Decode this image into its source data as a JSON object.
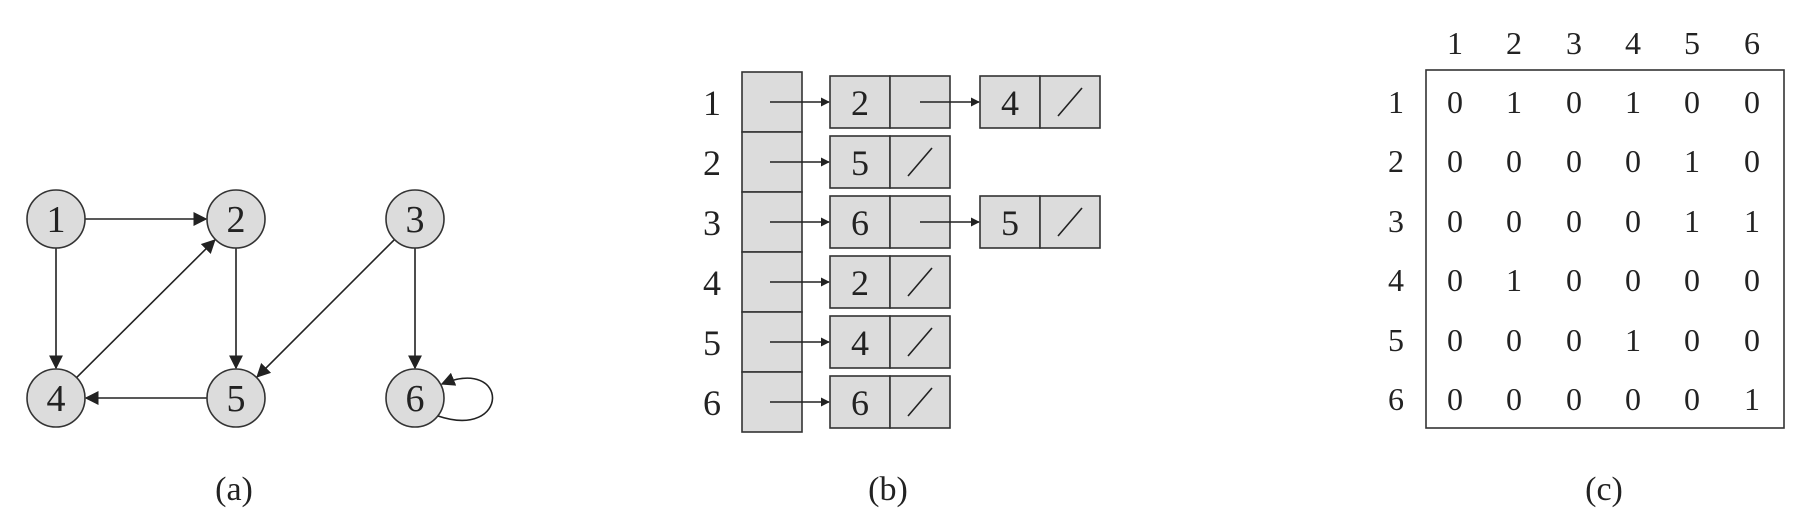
{
  "panels": {
    "a": {
      "caption": "(a)",
      "nodes": [
        {
          "id": "1",
          "label": "1"
        },
        {
          "id": "2",
          "label": "2"
        },
        {
          "id": "3",
          "label": "3"
        },
        {
          "id": "4",
          "label": "4"
        },
        {
          "id": "5",
          "label": "5"
        },
        {
          "id": "6",
          "label": "6"
        }
      ],
      "edges": [
        {
          "from": "1",
          "to": "2"
        },
        {
          "from": "1",
          "to": "4"
        },
        {
          "from": "2",
          "to": "5"
        },
        {
          "from": "3",
          "to": "5"
        },
        {
          "from": "3",
          "to": "6"
        },
        {
          "from": "4",
          "to": "2"
        },
        {
          "from": "5",
          "to": "4"
        },
        {
          "from": "6",
          "to": "6"
        }
      ]
    },
    "b": {
      "caption": "(b)",
      "rows": [
        {
          "label": "1",
          "list": [
            "2",
            "4"
          ]
        },
        {
          "label": "2",
          "list": [
            "5"
          ]
        },
        {
          "label": "3",
          "list": [
            "6",
            "5"
          ]
        },
        {
          "label": "4",
          "list": [
            "2"
          ]
        },
        {
          "label": "5",
          "list": [
            "4"
          ]
        },
        {
          "label": "6",
          "list": [
            "6"
          ]
        }
      ]
    },
    "c": {
      "caption": "(c)",
      "col_labels": [
        "1",
        "2",
        "3",
        "4",
        "5",
        "6"
      ],
      "row_labels": [
        "1",
        "2",
        "3",
        "4",
        "5",
        "6"
      ],
      "matrix": [
        [
          "0",
          "1",
          "0",
          "1",
          "0",
          "0"
        ],
        [
          "0",
          "0",
          "0",
          "0",
          "1",
          "0"
        ],
        [
          "0",
          "0",
          "0",
          "0",
          "1",
          "1"
        ],
        [
          "0",
          "1",
          "0",
          "0",
          "0",
          "0"
        ],
        [
          "0",
          "0",
          "0",
          "1",
          "0",
          "0"
        ],
        [
          "0",
          "0",
          "0",
          "0",
          "0",
          "1"
        ]
      ]
    }
  }
}
